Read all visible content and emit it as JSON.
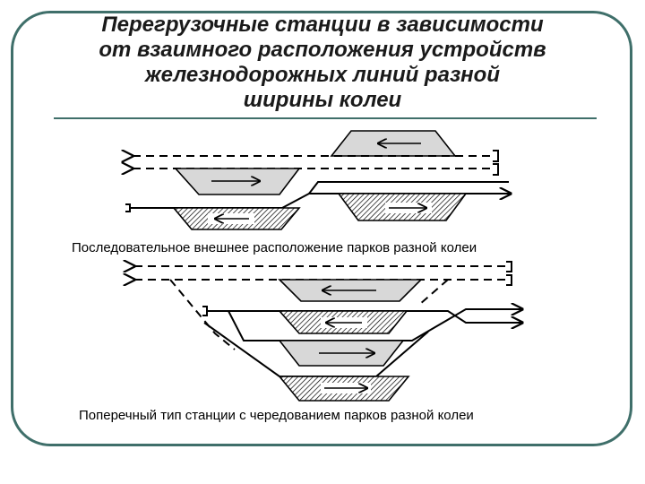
{
  "title_lines": [
    "Перегрузочные станции в зависимости",
    "от взаимного расположения устройств",
    "железнодорожных линий разной",
    "ширины колеи"
  ],
  "captions": {
    "sequential": "Последовательное внешнее расположение парков разной колеи",
    "transverse": "Поперечный тип станции с чередованием парков разной колеи"
  },
  "colors": {
    "frame": "#3f6f6a",
    "park_fill": "#d8d8d8",
    "hatch": "#000000"
  }
}
